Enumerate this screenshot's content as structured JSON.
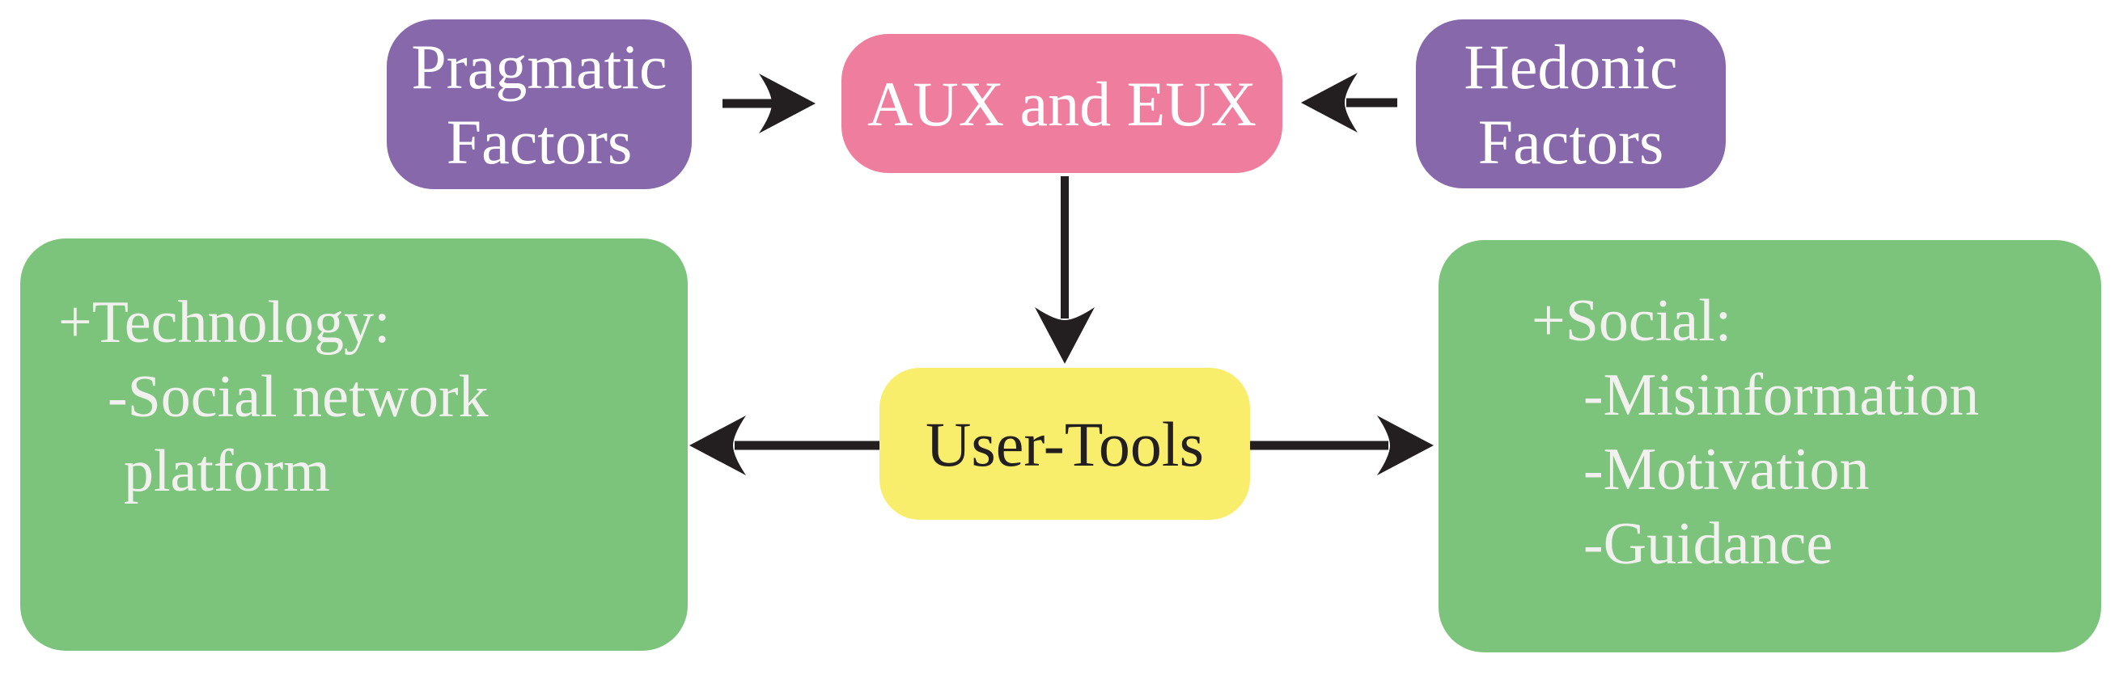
{
  "diagram": {
    "title": "AUX and EUX factors diagram",
    "colors": {
      "background": "#ffffff",
      "purple_node": "#8768ab",
      "pink_node": "#ef7d9d",
      "yellow_node": "#f9ee6b",
      "green_node": "#7cc47c",
      "arrow_and_dark_text": "#231f20",
      "light_text": "#ffffff"
    },
    "nodes": {
      "pragmatic_factors": {
        "lines": [
          "Pragmatic",
          "Factors"
        ]
      },
      "aux_eux": {
        "label": "AUX and EUX"
      },
      "hedonic_factors": {
        "lines": [
          "Hedonic",
          "Factors"
        ]
      },
      "technology": {
        "lines": [
          "+Technology:",
          "-Social network",
          "platform"
        ]
      },
      "user_tools": {
        "label": "User-Tools"
      },
      "social": {
        "lines": [
          "+Social:",
          "-Misinformation",
          "-Motivation",
          "-Guidance"
        ]
      }
    },
    "edges": [
      {
        "from": "pragmatic_factors",
        "to": "aux_eux"
      },
      {
        "from": "hedonic_factors",
        "to": "aux_eux"
      },
      {
        "from": "aux_eux",
        "to": "user_tools"
      },
      {
        "from": "user_tools",
        "to": "technology"
      },
      {
        "from": "user_tools",
        "to": "social"
      }
    ]
  }
}
